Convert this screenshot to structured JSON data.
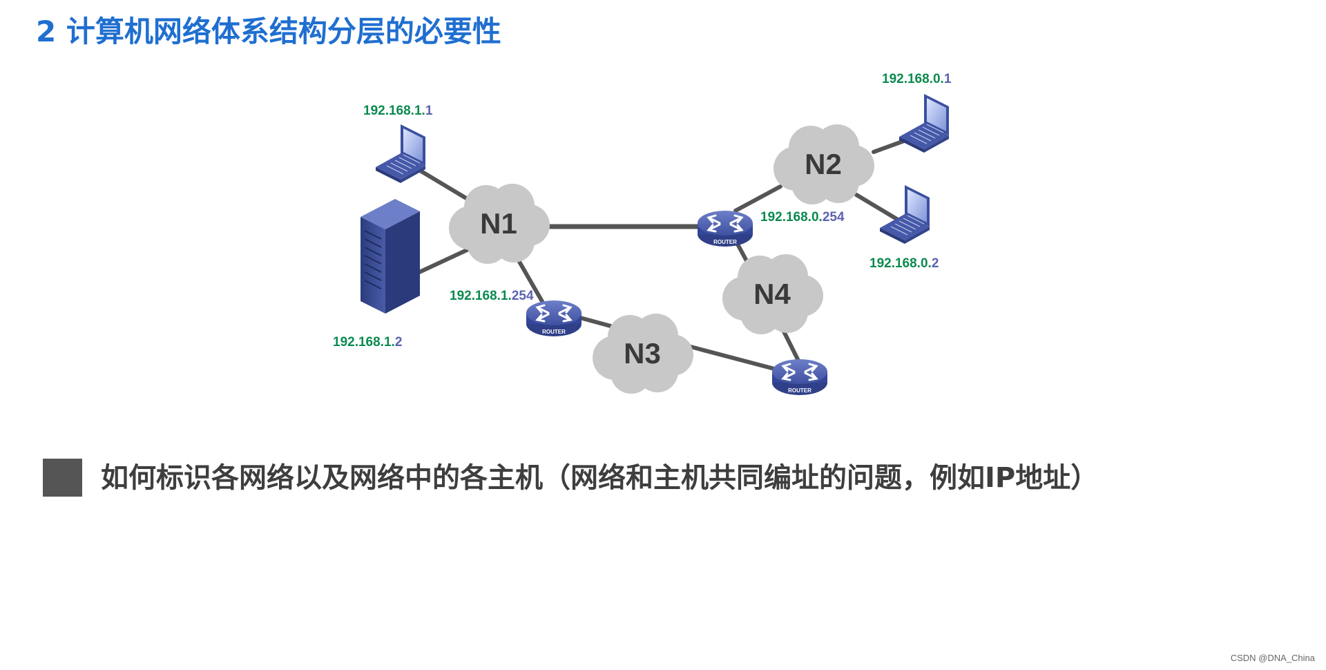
{
  "title": "2 计算机网络体系结构分层的必要性",
  "clouds": [
    {
      "id": "n1",
      "label": "N1"
    },
    {
      "id": "n2",
      "label": "N2"
    },
    {
      "id": "n3",
      "label": "N3"
    },
    {
      "id": "n4",
      "label": "N4"
    }
  ],
  "routers": [
    {
      "id": "r1",
      "label": "ROUTER"
    },
    {
      "id": "r2",
      "label": "ROUTER"
    },
    {
      "id": "r3",
      "label": "ROUTER"
    }
  ],
  "addresses": [
    {
      "id": "laptop-n1",
      "net": "192.168.1.",
      "host": "1"
    },
    {
      "id": "server-n1",
      "net": "192.168.1.",
      "host": "2"
    },
    {
      "id": "router-n1",
      "net": "192.168.1.",
      "host": "254"
    },
    {
      "id": "laptop-n2-a",
      "net": "192.168.0.",
      "host": "1"
    },
    {
      "id": "laptop-n2-b",
      "net": "192.168.0.",
      "host": "2"
    },
    {
      "id": "router-n2",
      "net": "192.168.0.",
      "host": "254"
    }
  ],
  "bullet_text": "如何标识各网络以及网络中的各主机（网络和主机共同编址的问题，例如IP地址）",
  "watermark": "CSDN @DNA_China",
  "colors": {
    "title": "#1f6fd0",
    "ip_network": "#0a8a4e",
    "ip_host": "#5b62b0",
    "cloud": "#c8c8c8",
    "link": "#555555",
    "device": "#3b4f9e"
  }
}
